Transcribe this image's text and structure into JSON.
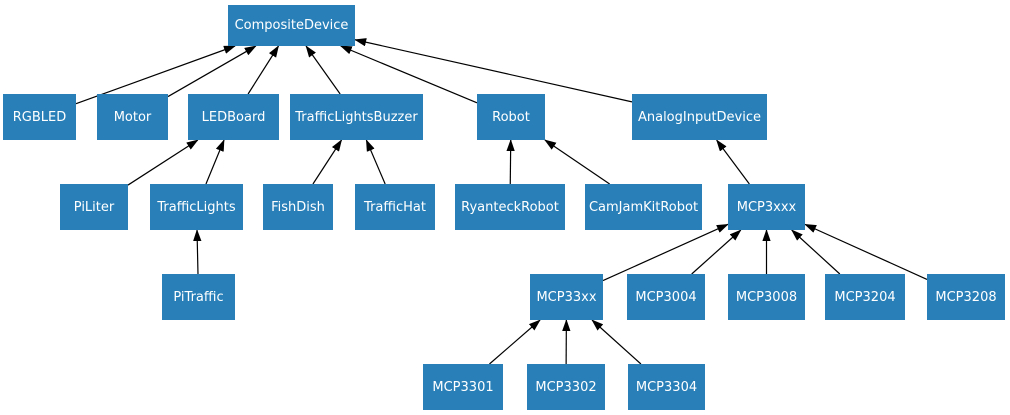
{
  "diagram": {
    "type": "inheritance-diagram",
    "background_color": "#ffffff",
    "node_fill_color": "#2980b9",
    "node_text_color": "#ffffff",
    "edge_color": "#000000",
    "nodes": {
      "compositedevice": {
        "label": "CompositeDevice"
      },
      "rgbled": {
        "label": "RGBLED"
      },
      "motor": {
        "label": "Motor"
      },
      "ledboard": {
        "label": "LEDBoard"
      },
      "trafficlightsbuzzer": {
        "label": "TrafficLightsBuzzer"
      },
      "robot": {
        "label": "Robot"
      },
      "analoginputdevice": {
        "label": "AnalogInputDevice"
      },
      "piliter": {
        "label": "PiLiter"
      },
      "trafficlights": {
        "label": "TrafficLights"
      },
      "fishdish": {
        "label": "FishDish"
      },
      "traffichat": {
        "label": "TrafficHat"
      },
      "ryanteckrobot": {
        "label": "RyanteckRobot"
      },
      "camjamkitrobot": {
        "label": "CamJamKitRobot"
      },
      "mcp3xxx": {
        "label": "MCP3xxx"
      },
      "pitraffic": {
        "label": "PiTraffic"
      },
      "mcp33xx": {
        "label": "MCP33xx"
      },
      "mcp3004": {
        "label": "MCP3004"
      },
      "mcp3008": {
        "label": "MCP3008"
      },
      "mcp3204": {
        "label": "MCP3204"
      },
      "mcp3208": {
        "label": "MCP3208"
      },
      "mcp3301": {
        "label": "MCP3301"
      },
      "mcp3302": {
        "label": "MCP3302"
      },
      "mcp3304": {
        "label": "MCP3304"
      }
    },
    "edges": [
      {
        "from": "rgbled",
        "to": "compositedevice"
      },
      {
        "from": "motor",
        "to": "compositedevice"
      },
      {
        "from": "ledboard",
        "to": "compositedevice"
      },
      {
        "from": "trafficlightsbuzzer",
        "to": "compositedevice"
      },
      {
        "from": "robot",
        "to": "compositedevice"
      },
      {
        "from": "analoginputdevice",
        "to": "compositedevice"
      },
      {
        "from": "piliter",
        "to": "ledboard"
      },
      {
        "from": "trafficlights",
        "to": "ledboard"
      },
      {
        "from": "fishdish",
        "to": "trafficlightsbuzzer"
      },
      {
        "from": "traffichat",
        "to": "trafficlightsbuzzer"
      },
      {
        "from": "ryanteckrobot",
        "to": "robot"
      },
      {
        "from": "camjamkitrobot",
        "to": "robot"
      },
      {
        "from": "mcp3xxx",
        "to": "analoginputdevice"
      },
      {
        "from": "pitraffic",
        "to": "trafficlights"
      },
      {
        "from": "mcp33xx",
        "to": "mcp3xxx"
      },
      {
        "from": "mcp3004",
        "to": "mcp3xxx"
      },
      {
        "from": "mcp3008",
        "to": "mcp3xxx"
      },
      {
        "from": "mcp3204",
        "to": "mcp3xxx"
      },
      {
        "from": "mcp3208",
        "to": "mcp3xxx"
      },
      {
        "from": "mcp3301",
        "to": "mcp33xx"
      },
      {
        "from": "mcp3302",
        "to": "mcp33xx"
      },
      {
        "from": "mcp3304",
        "to": "mcp33xx"
      }
    ]
  }
}
